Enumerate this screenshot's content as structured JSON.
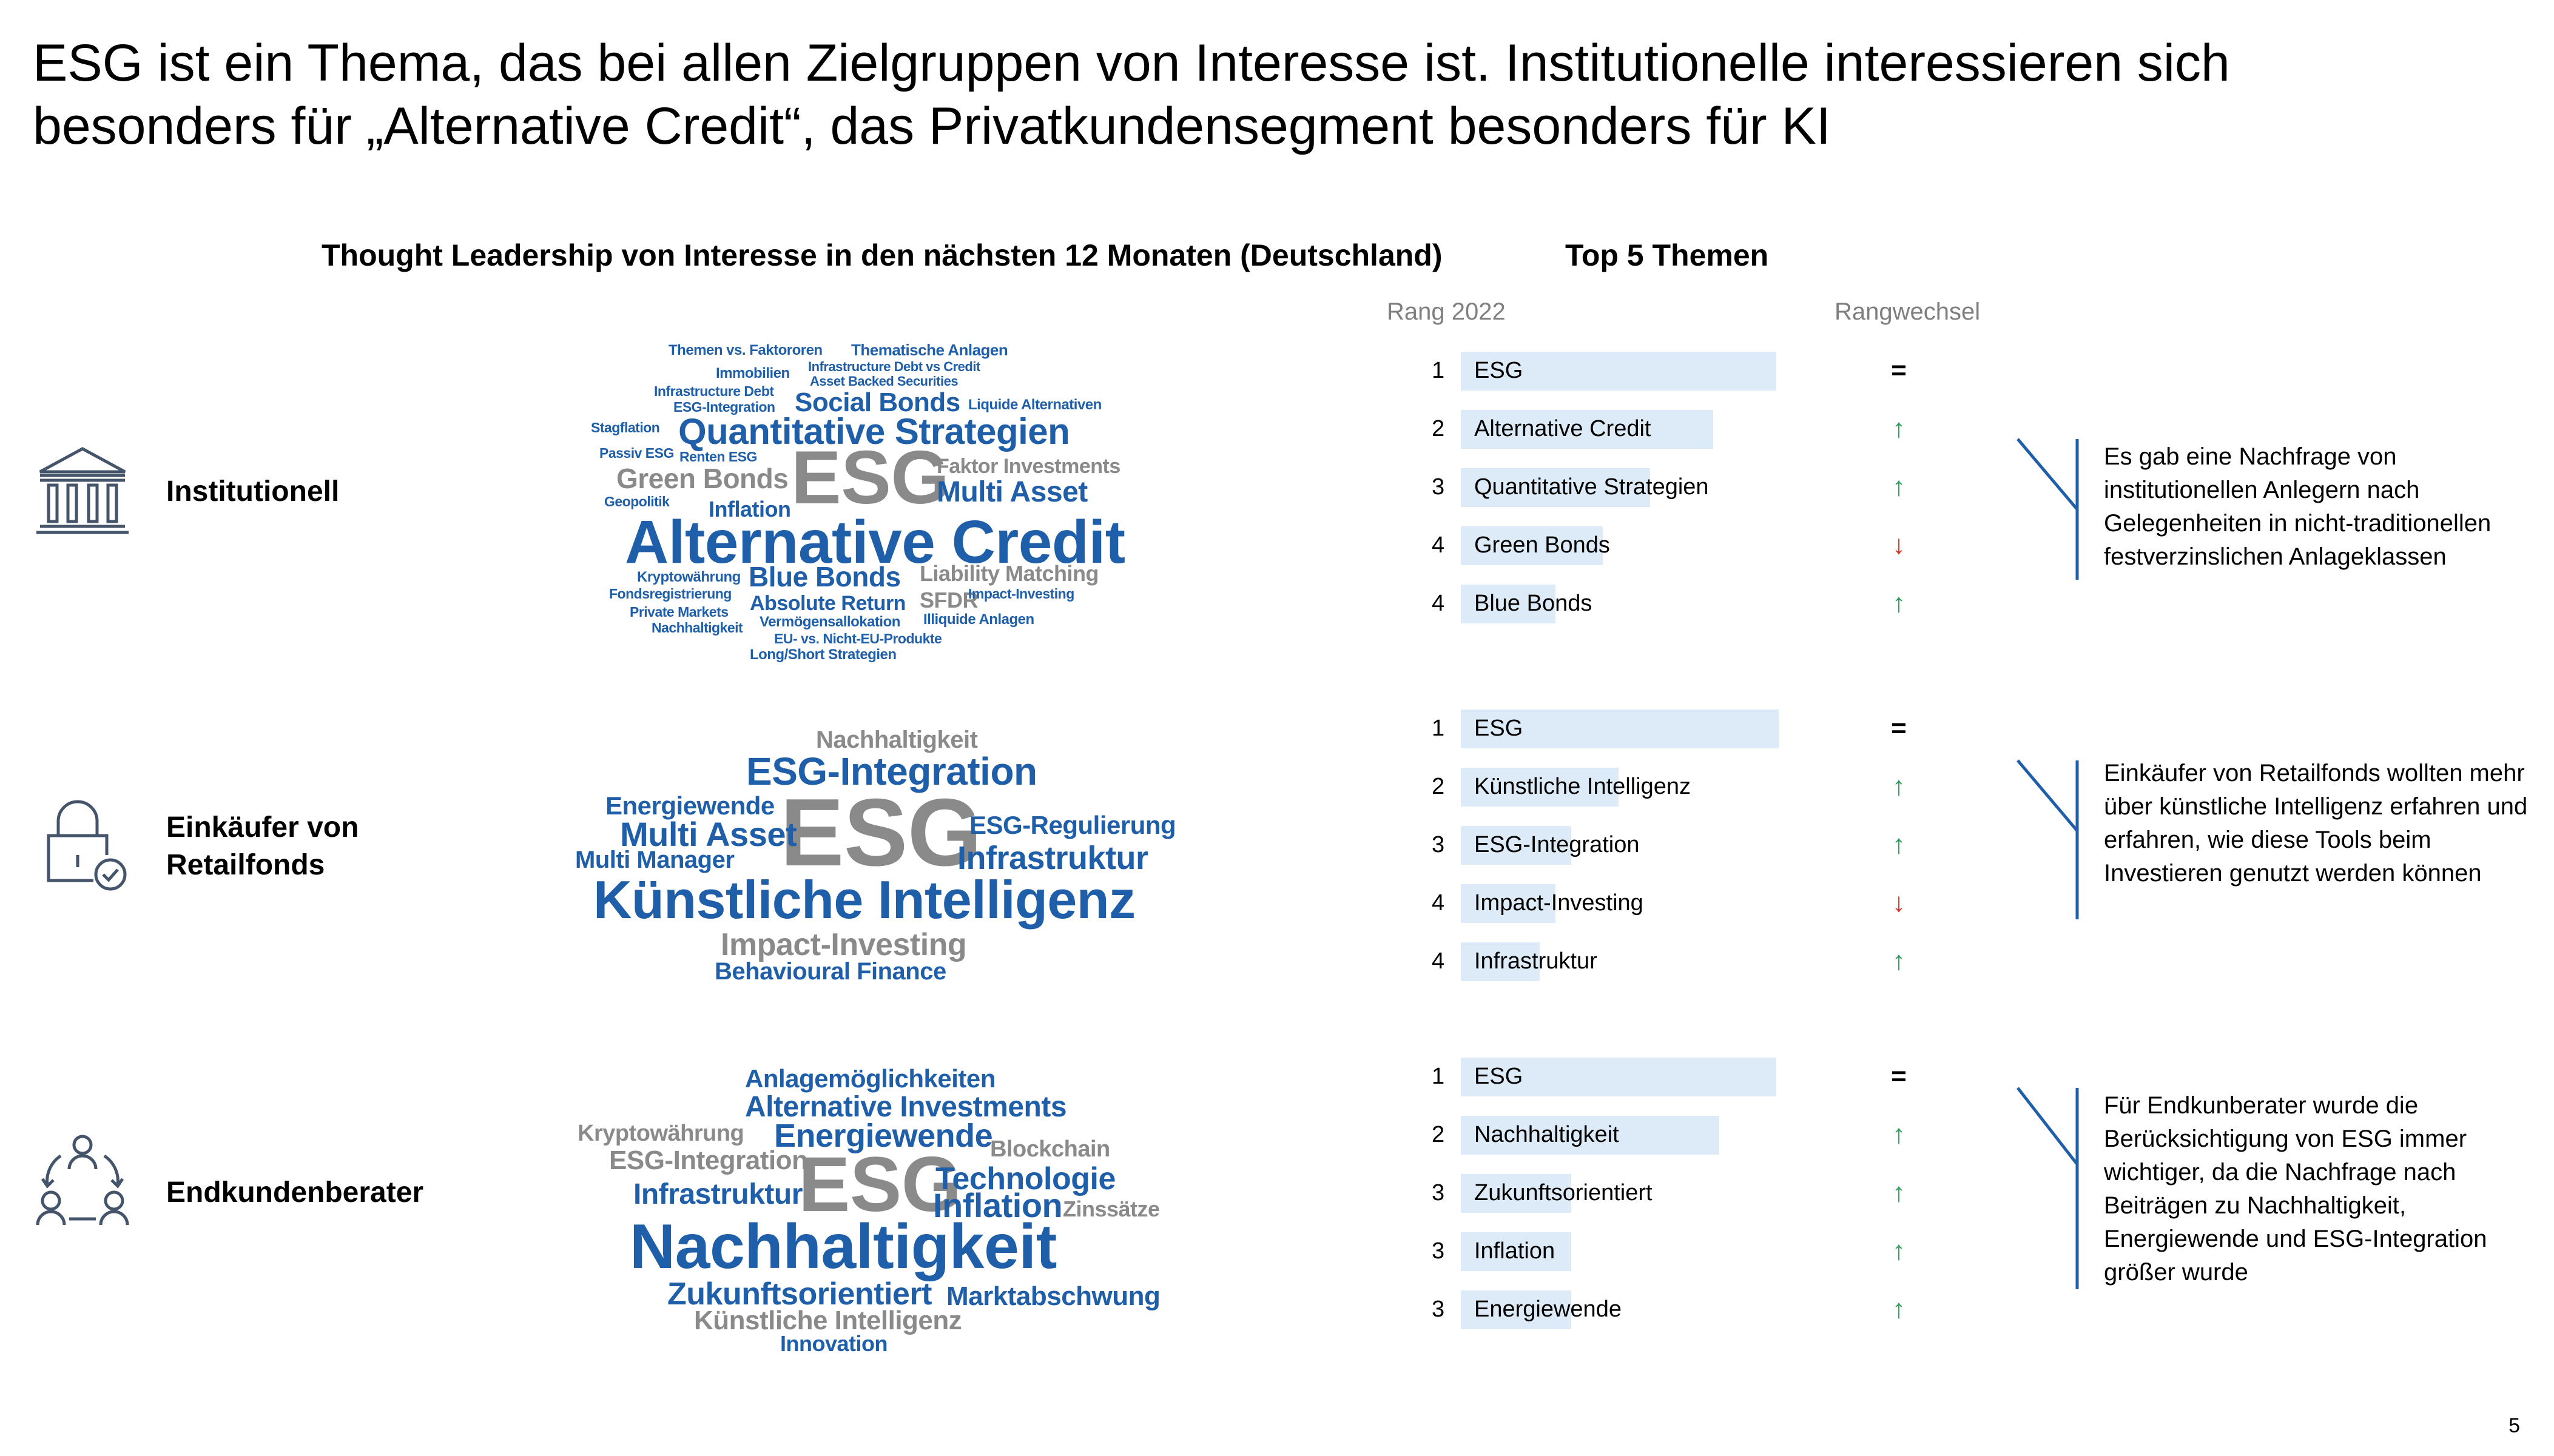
{
  "slide": {
    "title_line1": "ESG ist ein Thema, das bei allen Zielgruppen von Interesse ist. Institutionelle interessieren sich",
    "title_line2": "besonders für „Alternative Credit“, das Privatkundensegment besonders für KI",
    "chart_heading": "Thought Leadership von Interesse in den nächsten 12 Monaten (Deutschland)",
    "top5_heading": "Top 5 Themen",
    "col_rank": "Rang 2022",
    "col_change": "Rangwechsel",
    "page_number": "5"
  },
  "colors": {
    "blue": "#1f5ea8",
    "grey": "#8a8a8a",
    "bar": "#dcebf7",
    "up": "#2e9e5b",
    "down": "#d9342b",
    "bracket": "#1f5ea8"
  },
  "segments": [
    {
      "icon": "bank-building-icon",
      "label": "Institutionell",
      "cloud": [
        "Themen vs. Faktororen",
        "Thematische Anlagen",
        "Immobilien",
        "Infrastructure Debt vs Credit",
        "Asset Backed Securities",
        "Infrastructure Debt",
        "ESG-Integration",
        "Social Bonds",
        "Liquide Alternativen",
        "Stagflation",
        "Quantitative Strategien",
        "Passiv ESG",
        "Renten ESG",
        "Faktor Investments",
        "Green Bonds",
        "ESG",
        "Multi Asset",
        "Geopolitik",
        "Inflation",
        "Alternative Credit",
        "Kryptowährung",
        "Blue Bonds",
        "Liability Matching",
        "Fondsregistrierung",
        "Absolute Return",
        "SFDR",
        "Impact-Investing",
        "Private Markets",
        "Vermögensallokation",
        "Illiquide Anlagen",
        "Nachhaltigkeit",
        "EU- vs. Nicht-EU-Produkte",
        "Long/Short Strategien"
      ],
      "ranks": [
        {
          "rank": "1",
          "label": "ESG",
          "change": "=",
          "dir": "same",
          "share": 1.0
        },
        {
          "rank": "2",
          "label": "Alternative Credit",
          "change": "↑",
          "dir": "up",
          "share": 0.8
        },
        {
          "rank": "3",
          "label": "Quantitative Strategien",
          "change": "↑",
          "dir": "up",
          "share": 0.6
        },
        {
          "rank": "4",
          "label": "Green Bonds",
          "change": "↓",
          "dir": "down",
          "share": 0.45
        },
        {
          "rank": "4",
          "label": "Blue Bonds",
          "change": "↑",
          "dir": "up",
          "share": 0.3
        }
      ],
      "comment": "Es gab eine Nachfrage von institutionellen Anlegern nach Gelegenheiten in nicht-traditionellen festverzinslichen Anlageklassen"
    },
    {
      "icon": "lock-check-icon",
      "label": "Einkäufer von Retailfonds",
      "cloud": [
        "Nachhaltigkeit",
        "ESG-Integration",
        "Energiewende",
        "ESG",
        "ESG-Regulierung",
        "Multi Asset",
        "Multi Manager",
        "Infrastruktur",
        "Künstliche Intelligenz",
        "Impact-Investing",
        "Behavioural Finance"
      ],
      "ranks": [
        {
          "rank": "1",
          "label": "ESG",
          "change": "=",
          "dir": "same",
          "share": 1.0
        },
        {
          "rank": "2",
          "label": "Künstliche Intelligenz",
          "change": "↑",
          "dir": "up",
          "share": 0.5
        },
        {
          "rank": "3",
          "label": "ESG-Integration",
          "change": "↑",
          "dir": "up",
          "share": 0.35
        },
        {
          "rank": "4",
          "label": "Impact-Investing",
          "change": "↓",
          "dir": "down",
          "share": 0.3
        },
        {
          "rank": "4",
          "label": "Infrastruktur",
          "change": "↑",
          "dir": "up",
          "share": 0.25
        }
      ],
      "comment": "Einkäufer von Retailfonds wollten mehr über künstliche Intelligenz erfahren und erfahren, wie diese Tools beim Investieren genutzt werden können"
    },
    {
      "icon": "people-cycle-icon",
      "label": "Endkundenberater",
      "cloud": [
        "Anlagemöglichkeiten",
        "Alternative Investments",
        "Kryptowährung",
        "Energiewende",
        "Blockchain",
        "ESG-Integration",
        "ESG",
        "Technologie",
        "Infrastruktur",
        "Inflation",
        "Zinssätze",
        "Nachhaltigkeit",
        "Zukunftsorientiert",
        "Marktabschwung",
        "Künstliche Intelligenz",
        "Innovation"
      ],
      "ranks": [
        {
          "rank": "1",
          "label": "ESG",
          "change": "=",
          "dir": "same",
          "share": 1.0
        },
        {
          "rank": "2",
          "label": "Nachhaltigkeit",
          "change": "↑",
          "dir": "up",
          "share": 0.82
        },
        {
          "rank": "3",
          "label": "Zukunftsorientiert",
          "change": "↑",
          "dir": "up",
          "share": 0.35
        },
        {
          "rank": "3",
          "label": "Inflation",
          "change": "↑",
          "dir": "up",
          "share": 0.35
        },
        {
          "rank": "3",
          "label": "Energiewende",
          "change": "↑",
          "dir": "up",
          "share": 0.35
        }
      ],
      "comment": "Für Endkunberater wurde die Berücksichtigung von ESG immer wichtiger, da die Nachfrage nach Beiträgen zu Nachhaltigkeit, Energiewende und ESG-Integration größer wurde"
    }
  ]
}
